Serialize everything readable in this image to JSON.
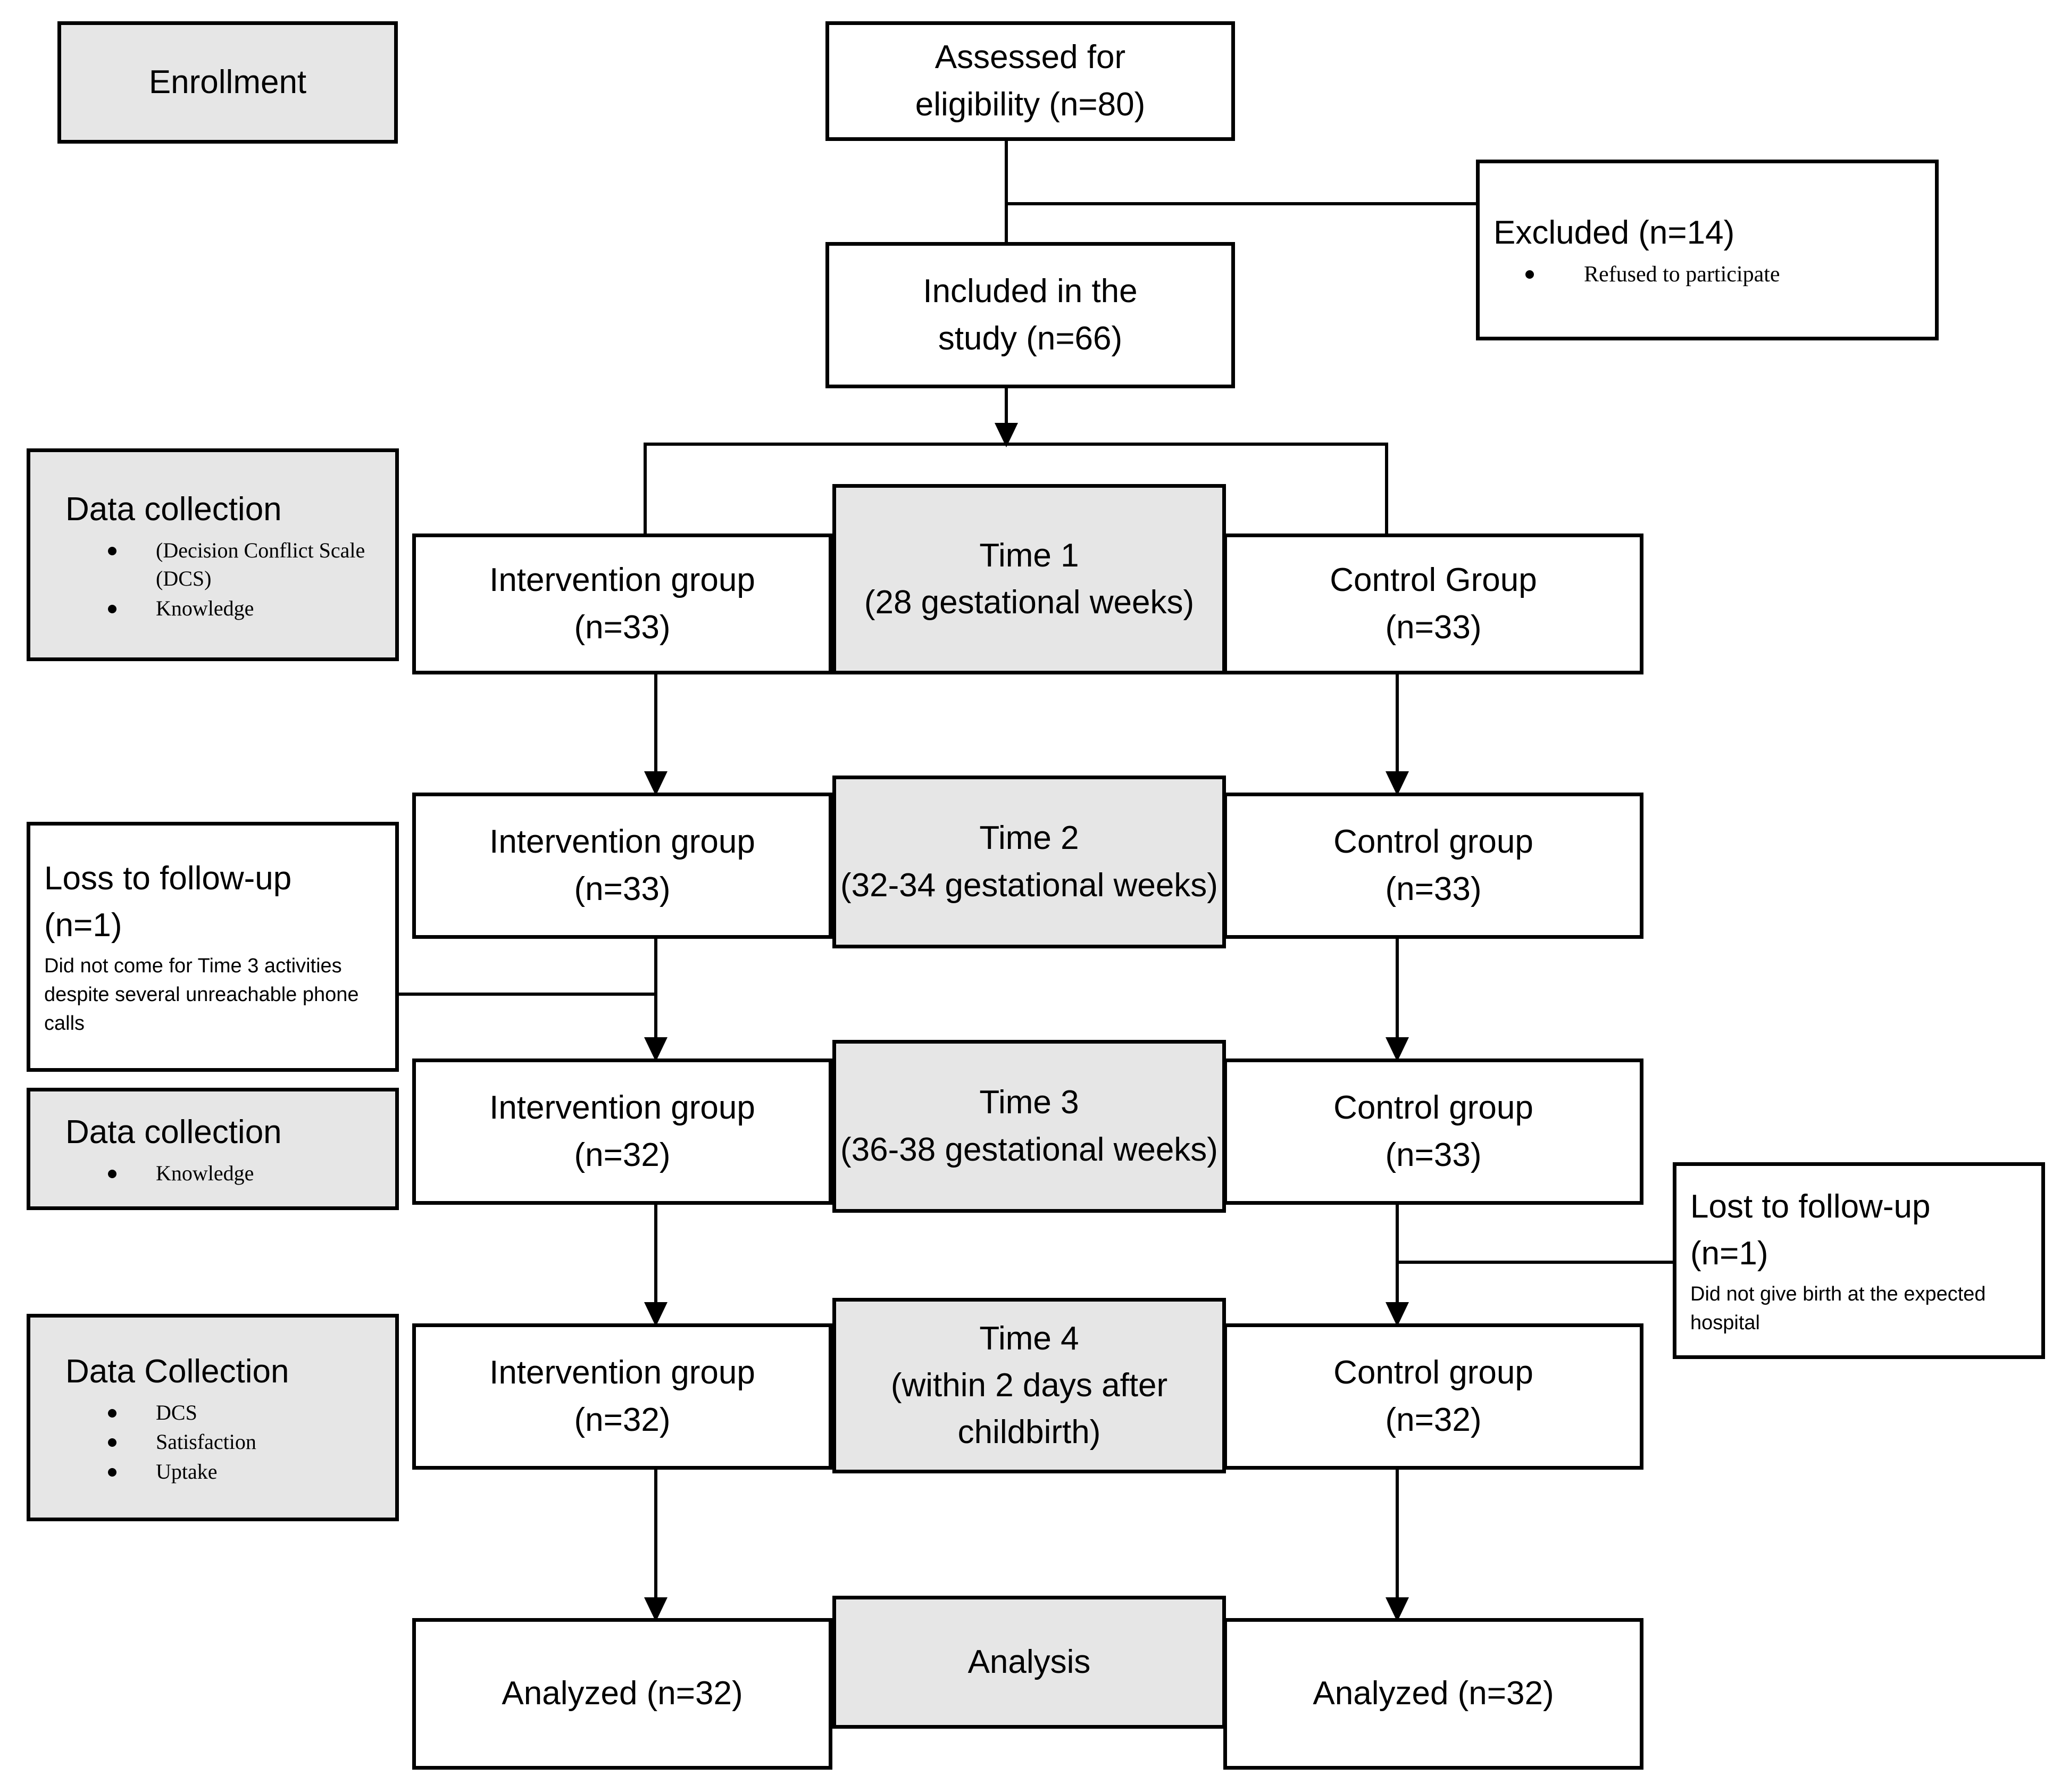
{
  "diagram": {
    "type": "consort-flow-diagram",
    "stage_labels": {
      "enrollment": "Enrollment",
      "data_collection_1": "Data collection",
      "data_collection_2": "Data collection",
      "data_collection_3": "Data Collection"
    },
    "stage_bullets": {
      "data_collection_1": [
        "(Decision Conflict Scale (DCS)",
        "Knowledge"
      ],
      "data_collection_2": [
        "Knowledge"
      ],
      "data_collection_3": [
        "DCS",
        "Satisfaction",
        "Uptake"
      ]
    },
    "nodes": {
      "assessed": "Assessed for\neligibility (n=80)",
      "included": "Included in the\nstudy (n=66)",
      "excluded_title": "Excluded (n=14)",
      "excluded_bullets": [
        "Refused to participate"
      ],
      "loss_followup_left_title": "Loss to follow-up\n(n=1)",
      "loss_followup_left_note": "Did not come for Time 3 activities despite several unreachable phone calls",
      "lost_followup_right_title": "Lost to follow-up\n(n=1)",
      "lost_followup_right_note": "Did not give birth at the expected hospital",
      "time1_label": "Time 1\n(28 gestational weeks)",
      "time2_label": "Time 2\n(32-34 gestational weeks)",
      "time3_label": "Time 3\n(36-38 gestational weeks)",
      "time4_label": "Time 4\n(within 2 days after childbirth)",
      "analysis_label": "Analysis",
      "t1_intervention": "Intervention group\n(n=33)",
      "t1_control": "Control Group\n(n=33)",
      "t2_intervention": "Intervention group\n(n=33)",
      "t2_control": "Control group\n(n=33)",
      "t3_intervention": "Intervention group\n(n=32)",
      "t3_control": "Control group\n(n=33)",
      "t4_intervention": "Intervention group\n(n=32)",
      "t4_control": "Control group\n(n=32)",
      "analyzed_intervention": "Analyzed (n=32)",
      "analyzed_control": "Analyzed (n=32)"
    },
    "colors": {
      "shaded_fill": "#e6e6e6",
      "box_fill": "#ffffff",
      "stroke": "#000000"
    }
  }
}
